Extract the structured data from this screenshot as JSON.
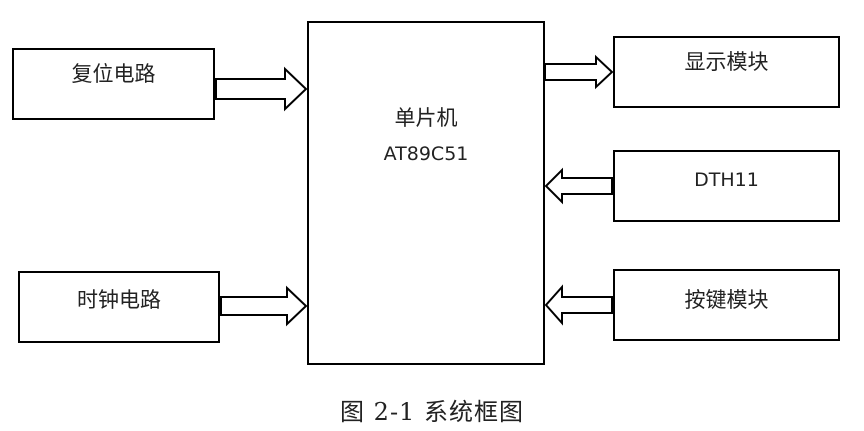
{
  "blocks": {
    "reset": "复位电路",
    "clock": "时钟电路",
    "mcu_line1": "单片机",
    "mcu_line2": "AT89C51",
    "display": "显示模块",
    "sensor": "DTH11",
    "keys": "按键模块"
  },
  "caption": "图 2-1  系统框图"
}
